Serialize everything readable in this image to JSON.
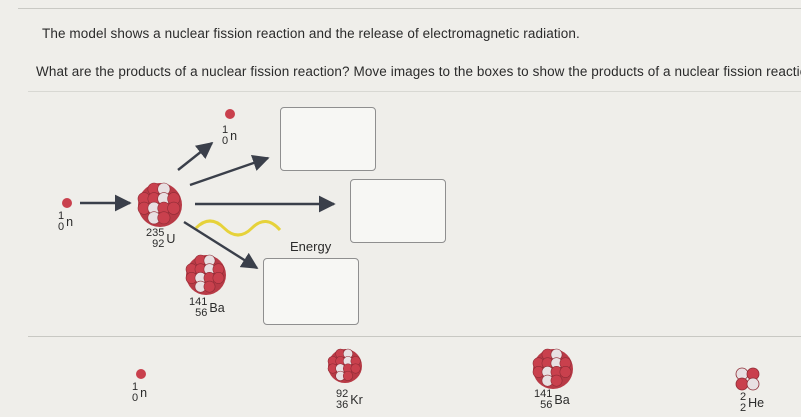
{
  "question": {
    "line1": "The model shows a nuclear fission reaction and the release of electromagnetic radiation.",
    "line2": "What are the products of a nuclear fission reaction? Move images to the boxes to show the products of a nuclear fission reaction."
  },
  "diagram": {
    "neutron_in": {
      "mass": "1",
      "atomic": "0",
      "symbol": "n"
    },
    "uranium": {
      "mass": "235",
      "atomic": "92",
      "symbol": "U"
    },
    "neutron_out": {
      "mass": "1",
      "atomic": "0",
      "symbol": "n"
    },
    "energy_label": "Energy",
    "barium": {
      "mass": "141",
      "atomic": "56",
      "symbol": "Ba"
    }
  },
  "options": [
    {
      "name": "neutron",
      "mass": "1",
      "atomic": "0",
      "symbol": "n"
    },
    {
      "name": "krypton",
      "mass": "92",
      "atomic": "36",
      "symbol": "Kr"
    },
    {
      "name": "barium",
      "mass": "141",
      "atomic": "56",
      "symbol": "Ba"
    },
    {
      "name": "helium",
      "mass": "2",
      "atomic": "2",
      "symbol": "He"
    }
  ],
  "colors": {
    "proton": "#c9404d",
    "neutron": "#e8e0e2",
    "energy_wave": "#e6d23a",
    "arrow": "#3a3f4a"
  }
}
